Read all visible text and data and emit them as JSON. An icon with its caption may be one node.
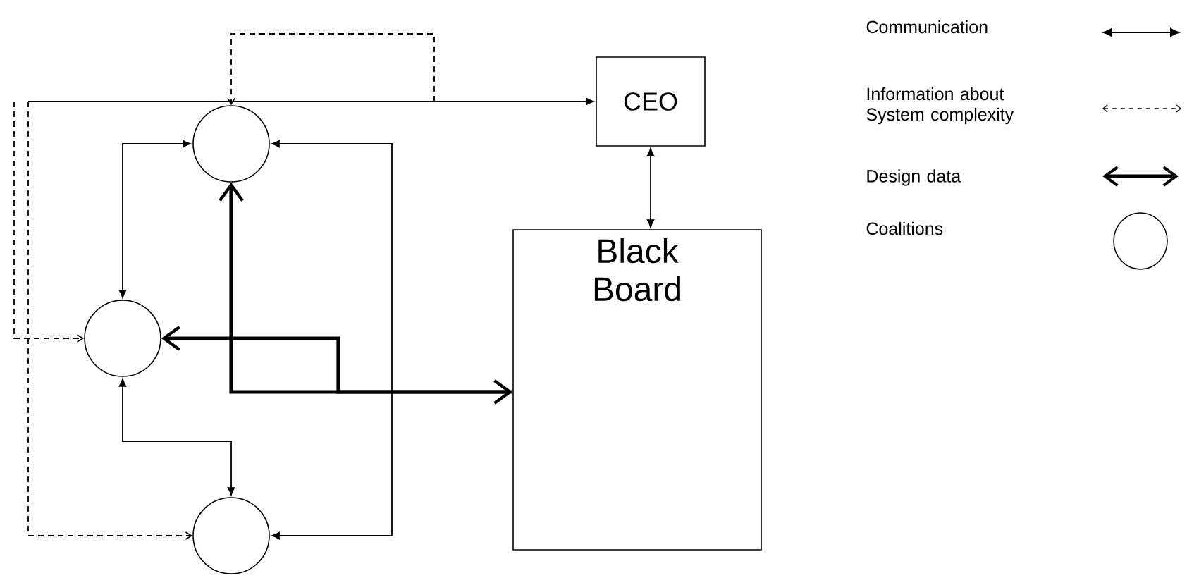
{
  "diagram": {
    "nodes": [
      {
        "text": [],
        "shape": "circle"
      },
      {
        "text": [],
        "shape": "circle"
      },
      {
        "text": [],
        "shape": "circle"
      },
      {
        "text": [
          "CEO"
        ]
      },
      {
        "text": [
          "Black Board"
        ]
      }
    ],
    "edges": [
      {
        "from": null,
        "to": 3,
        "arrow": "to"
      },
      {
        "from": null,
        "to": 0,
        "arrow": "to",
        "style": "dashed"
      },
      {
        "from": null,
        "to": 1,
        "arrow": "to",
        "style": "dashed"
      },
      {
        "from": null,
        "to": 2,
        "arrow": "to",
        "style": "dashed"
      },
      {
        "from": 0,
        "to": 1,
        "arrow": "both"
      },
      {
        "from": 1,
        "to": 2,
        "arrow": "both"
      },
      {
        "from": 0,
        "to": 2,
        "arrow": "both"
      },
      {
        "from": 3,
        "to": 4,
        "arrow": "both"
      },
      {
        "from": 0,
        "to": 4,
        "arrow": "both",
        "style": "thick"
      },
      {
        "from": 4,
        "to": 1,
        "arrow": "to",
        "style": "thick"
      }
    ],
    "legend": [
      {
        "text": "Communication"
      },
      {
        "text": "Information about System complexity"
      },
      {
        "text": "Design data"
      },
      {
        "text": "Coalitions"
      }
    ]
  }
}
